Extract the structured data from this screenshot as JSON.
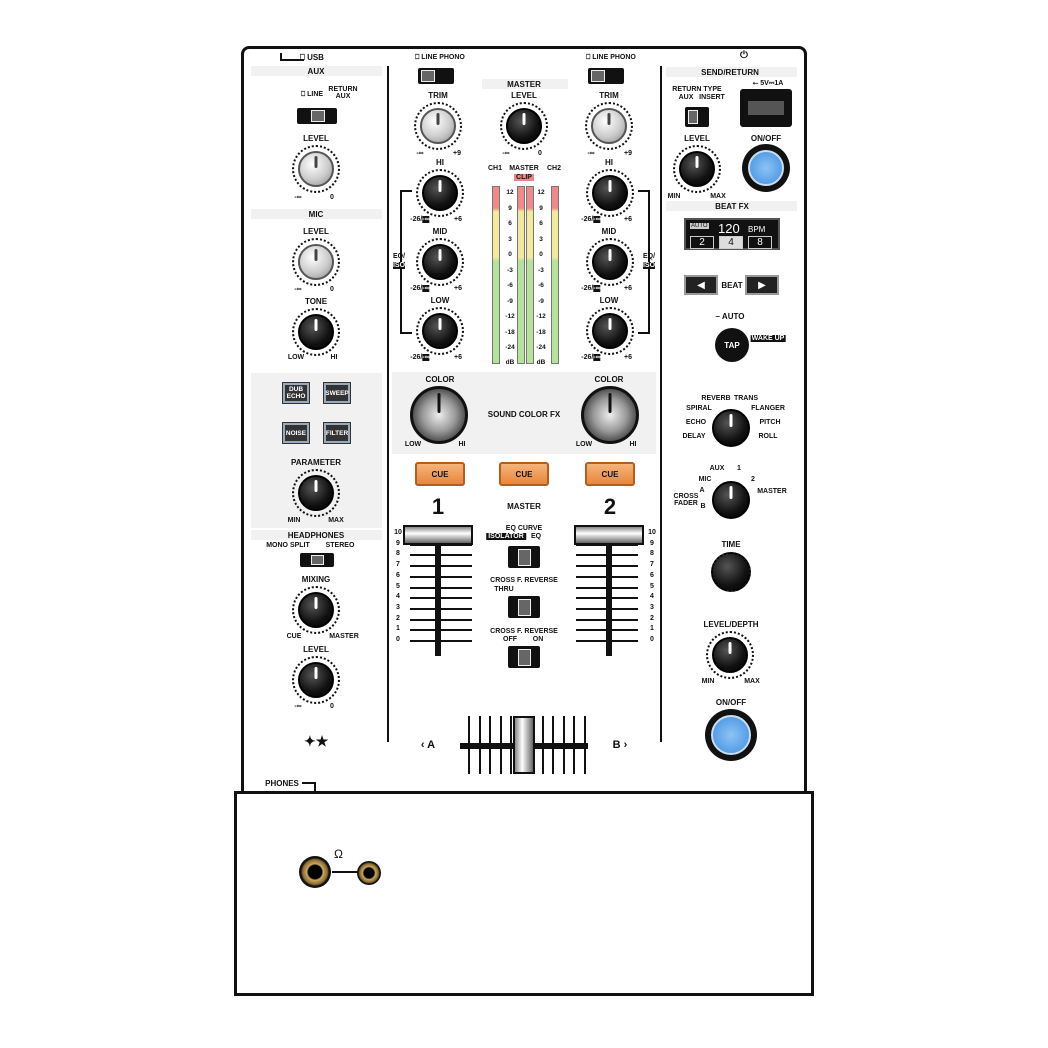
{
  "top": {
    "usb_label": "USB"
  },
  "aux": {
    "title": "AUX",
    "switch_labels": {
      "line": "LINE",
      "return_aux": "RETURN AUX"
    },
    "level_label": "LEVEL",
    "min": "-∞",
    "max": "0"
  },
  "mic": {
    "title": "MIC",
    "level_label": "LEVEL",
    "min": "-∞",
    "max": "0",
    "tone_label": "TONE",
    "tone_low": "LOW",
    "tone_hi": "HI"
  },
  "fx_buttons": {
    "dub_echo": "DUB ECHO",
    "sweep": "SWEEP",
    "noise": "NOISE",
    "filter": "FILTER",
    "parameter_label": "PARAMETER",
    "min": "MIN",
    "max": "MAX"
  },
  "headphones": {
    "title": "HEADPHONES",
    "mono_split": "MONO SPLIT",
    "stereo": "STEREO",
    "mixing_label": "MIXING",
    "cue": "CUE",
    "master": "MASTER",
    "level_label": "LEVEL",
    "min": "-∞",
    "max": "0",
    "phones_label": "PHONES"
  },
  "channel": {
    "line": "LINE",
    "phono": "PHONO",
    "trim": "TRIM",
    "trim_min": "-∞",
    "trim_max": "+9",
    "hi": "HI",
    "mid": "MID",
    "low": "LOW",
    "eq_min": "-26/",
    "eq_max": "+6",
    "eq_iso": "-∞",
    "eq_iso_label": "EQ/",
    "iso": "ISO",
    "color": "COLOR",
    "color_low": "LOW",
    "color_hi": "HI",
    "cue": "CUE",
    "ch1_num": "1",
    "ch2_num": "2"
  },
  "master": {
    "title": "MASTER",
    "level_label": "LEVEL",
    "min": "-∞",
    "max": "0",
    "ch1": "CH1",
    "master_lbl": "MASTER",
    "ch2": "CH2",
    "clip": "CLIP",
    "scale": [
      "12",
      "9",
      "6",
      "3",
      "0",
      "-3",
      "-6",
      "-9",
      "-12",
      "-18",
      "-24"
    ],
    "db": "dB",
    "sound_color_fx": "SOUND COLOR FX",
    "cue": "CUE",
    "master_label": "MASTER",
    "eq_curve": "EQ CURVE",
    "isolator": "ISOLATOR",
    "eq": "EQ",
    "cross_f_reverse": "CROSS F. REVERSE",
    "thru": "THRU",
    "cross_f_reverse2": "CROSS F. REVERSE",
    "off": "OFF",
    "on": "ON",
    "a": "A",
    "b": "B"
  },
  "fader_scale": [
    "10",
    "9",
    "8",
    "7",
    "6",
    "5",
    "4",
    "3",
    "2",
    "1",
    "0"
  ],
  "send_return": {
    "title": "SEND/RETURN",
    "return_type": "RETURN TYPE",
    "aux": "AUX",
    "insert": "INSERT",
    "usb_power": "5V⎓1A",
    "level_label": "LEVEL",
    "min": "MIN",
    "max": "MAX",
    "onoff": "ON/OFF"
  },
  "beat_fx": {
    "title": "BEAT FX",
    "auto": "AUTO",
    "bpm_value": "120",
    "bpm": "BPM",
    "beats": [
      "2",
      "4",
      "8"
    ],
    "beat_label": "BEAT",
    "auto_label": "– AUTO",
    "tap": "TAP",
    "wake_up": "WAKE UP",
    "effects": {
      "reverb": "REVERB",
      "trans": "TRANS",
      "spiral": "SPIRAL",
      "flanger": "FLANGER",
      "echo": "ECHO",
      "pitch": "PITCH",
      "delay": "DELAY",
      "roll": "ROLL"
    },
    "channels": {
      "aux": "AUX",
      "one": "1",
      "two": "2",
      "mic": "MIC",
      "a": "A",
      "master": "MASTER",
      "cross_fader": "CROSS FADER",
      "b": "B"
    },
    "time_label": "TIME",
    "level_depth": "LEVEL/DEPTH",
    "min": "MIN",
    "max": "MAX",
    "onoff": "ON/OFF"
  }
}
